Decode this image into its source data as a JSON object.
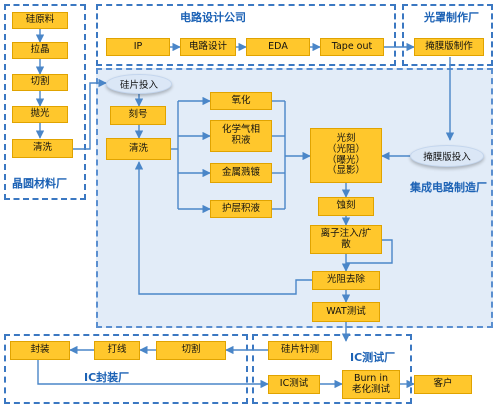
{
  "regions": {
    "design_company": "电路设计公司",
    "mask_factory": "光罩制作厂",
    "wafer_material": "晶圆材料厂",
    "ic_fab": "集成电路制造厂",
    "ic_test": "IC测试厂",
    "ic_packaging": "IC封装厂"
  },
  "nodes": {
    "raw_silicon": "硅原料",
    "crystal_pull": "拉晶",
    "slicing": "切割",
    "polishing": "抛光",
    "wafer_clean": "清洗",
    "ip": "IP",
    "circuit_design": "电路设计",
    "eda": "EDA",
    "tape_out": "Tape out",
    "mask_making": "掩膜版制作",
    "wafer_input": "硅片投入",
    "marking": "刻号",
    "fab_clean": "清洗",
    "oxidation": "氧化",
    "cvd": "化学气相\n积液",
    "metal_sputter": "金属溅镀",
    "passivation": "护层积液",
    "photolithography": "光刻\n（光阻）\n（曝光）\n（显影）",
    "mask_input": "掩膜版投入",
    "etching": "蚀刻",
    "ion_implant": "离子注入/扩\n散",
    "resist_strip": "光阻去除",
    "wat_test": "WAT测试",
    "wafer_probe": "硅片针测",
    "dicing": "切割",
    "wire_bond": "打线",
    "packaging": "封装",
    "ic_test": "IC测试",
    "burn_in": "Burn in\n老化测试",
    "customer": "客户"
  }
}
